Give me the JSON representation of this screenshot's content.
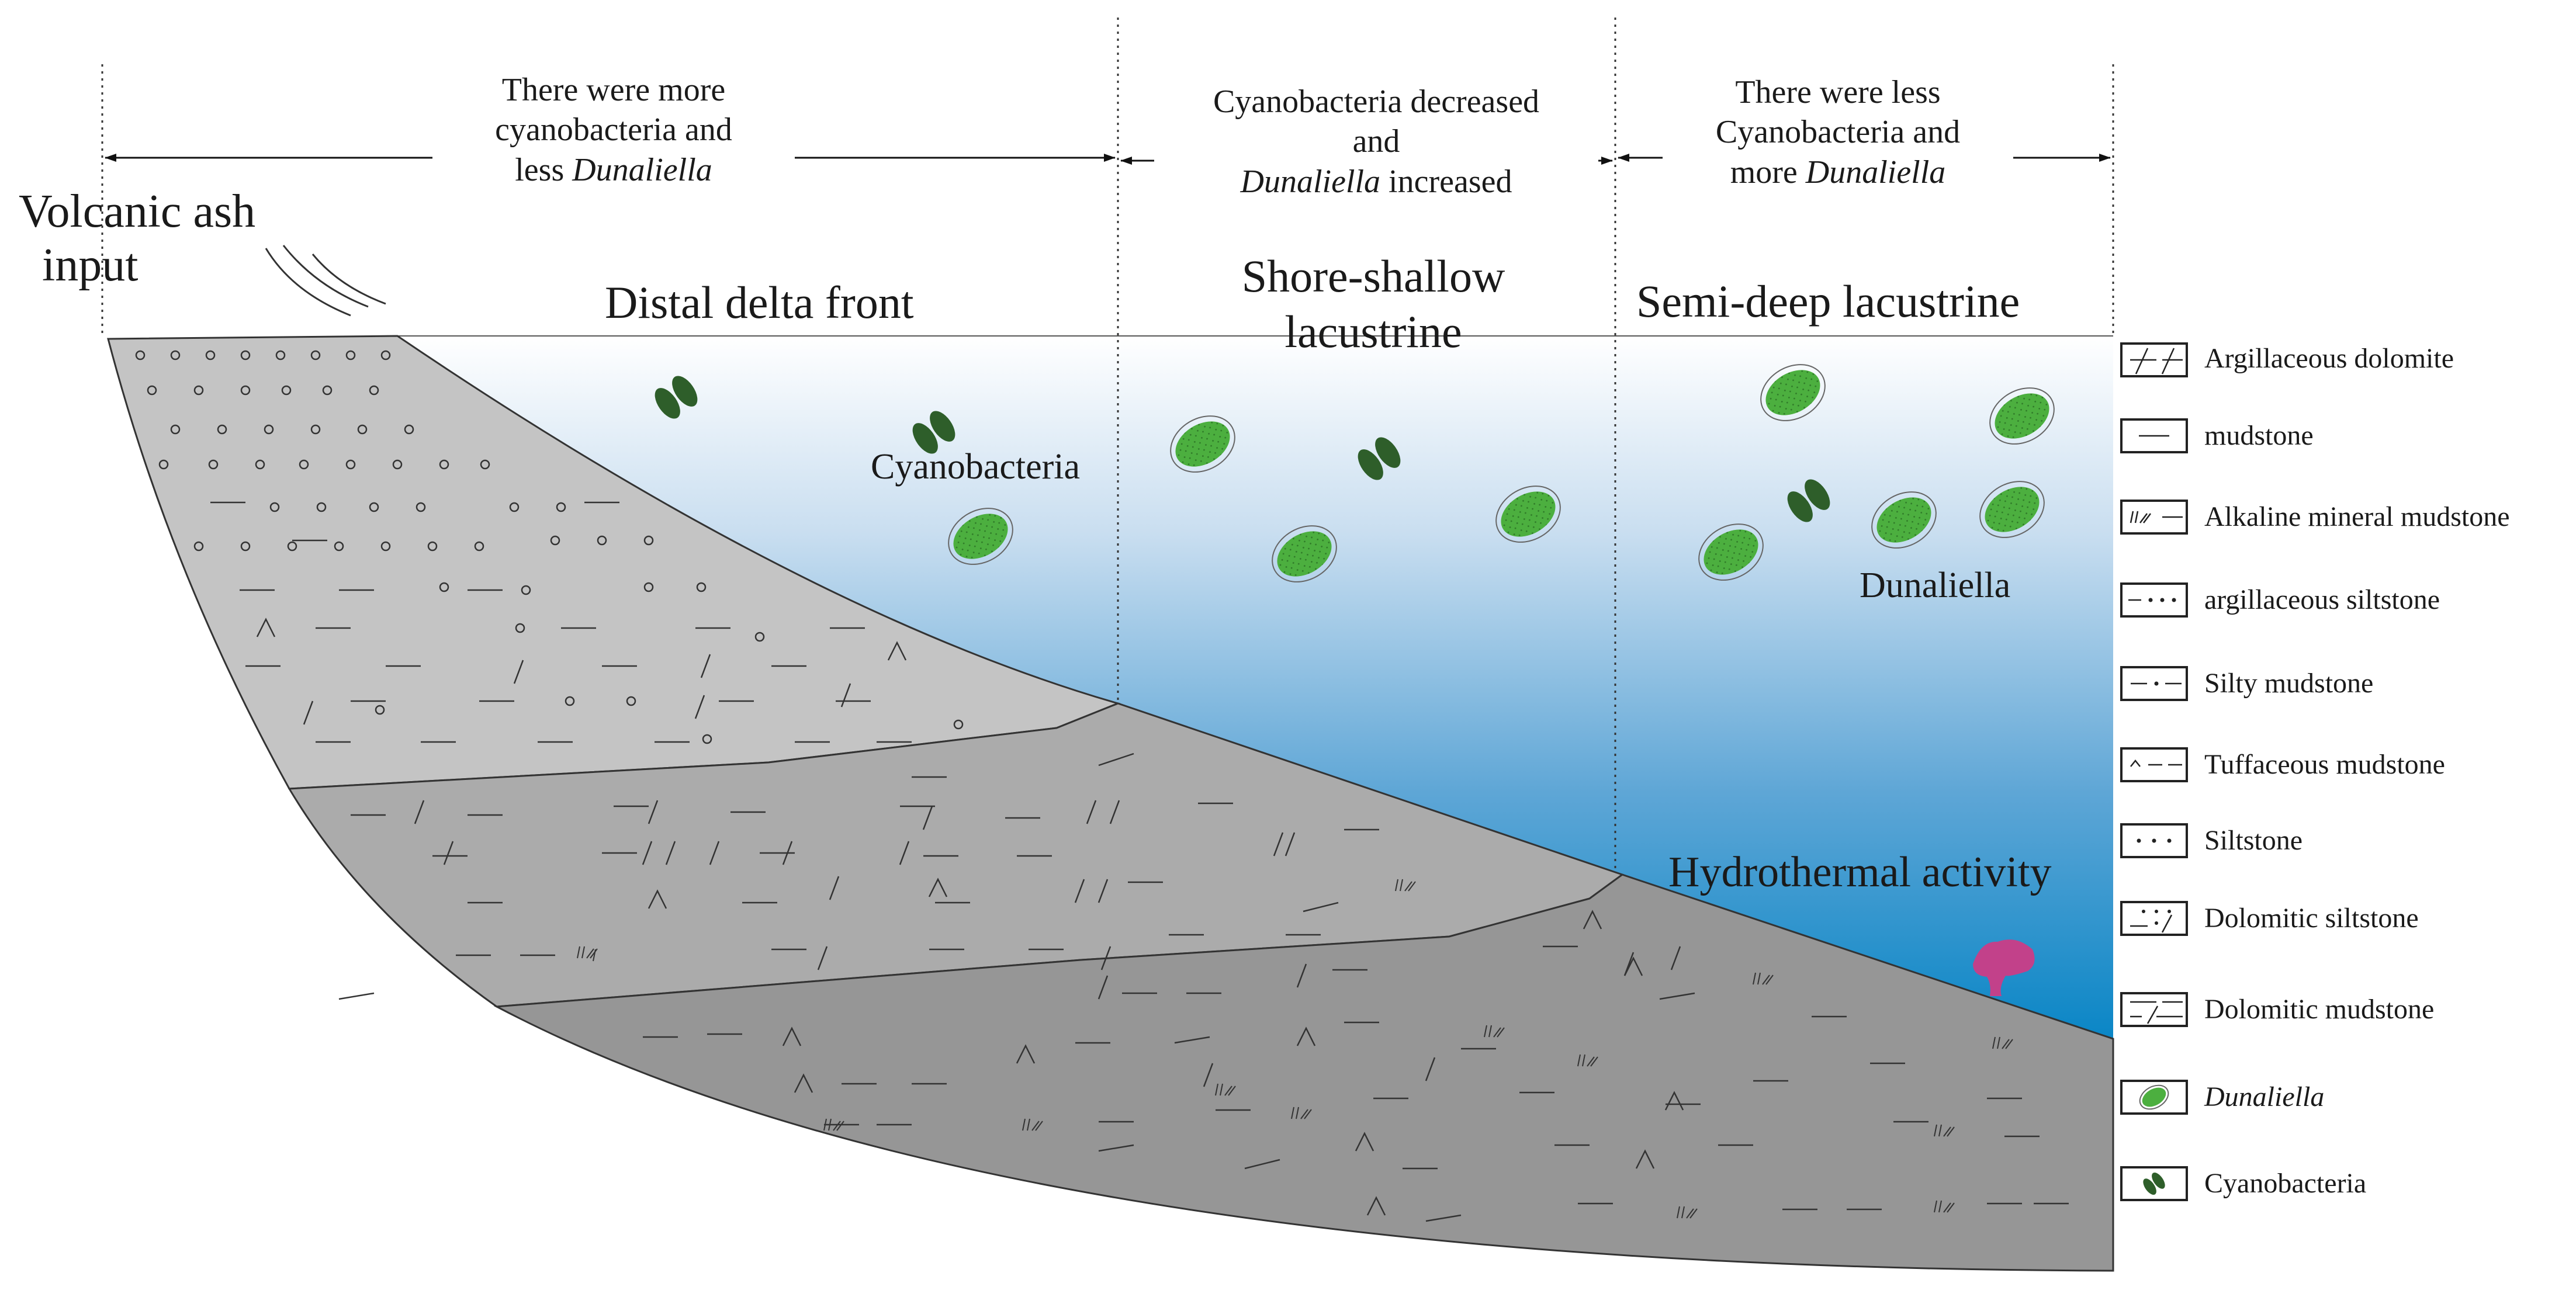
{
  "top_annotations": [
    {
      "line1": "There were more",
      "line2": "cyanobacteria and",
      "line3_prefix": "less ",
      "line3_italic": "Dunaliella"
    },
    {
      "line1": "Cyanobacteria decreased",
      "line2": "and",
      "line3_italic": "Dunaliella",
      "line3_suffix": " increased"
    },
    {
      "line1": "There were less",
      "line2": "Cyanobacteria and",
      "line3_prefix": "more ",
      "line3_italic": "Dunaliella"
    }
  ],
  "volcanic": {
    "line1": "Volcanic ash",
    "line2": "input"
  },
  "zones": {
    "distal": "Distal delta front",
    "shore_line1": "Shore-shallow",
    "shore_line2": "lacustrine",
    "semi": "Semi-deep lacustrine"
  },
  "organism_labels": {
    "cyanobacteria": "Cyanobacteria",
    "dunaliella": "Dunaliella",
    "hydrothermal": "Hydrothermal activity"
  },
  "legend": [
    {
      "label": "Argillaceous dolomite",
      "italic": false
    },
    {
      "label": "mudstone",
      "italic": false
    },
    {
      "label": "Alkaline mineral mudstone",
      "italic": false
    },
    {
      "label": "argillaceous siltstone",
      "italic": false
    },
    {
      "label": "Silty mudstone",
      "italic": false
    },
    {
      "label": "Tuffaceous mudstone",
      "italic": false
    },
    {
      "label": "Siltstone",
      "italic": false
    },
    {
      "label": "Dolomitic siltstone",
      "italic": false
    },
    {
      "label": "Dolomitic mudstone",
      "italic": false
    },
    {
      "label": "Dunaliella",
      "italic": true
    },
    {
      "label": "Cyanobacteria",
      "italic": false
    }
  ],
  "colors": {
    "water_top": "#ffffff",
    "water_bottom": "#0a86c6",
    "layer_top": "#c4c4c4",
    "layer_mid": "#ababab",
    "layer_bottom": "#969696",
    "dunaliella_fill": "#4caf3f",
    "cyanobacteria_fill": "#2e5e2a",
    "hydrothermal": "#c2418a"
  }
}
